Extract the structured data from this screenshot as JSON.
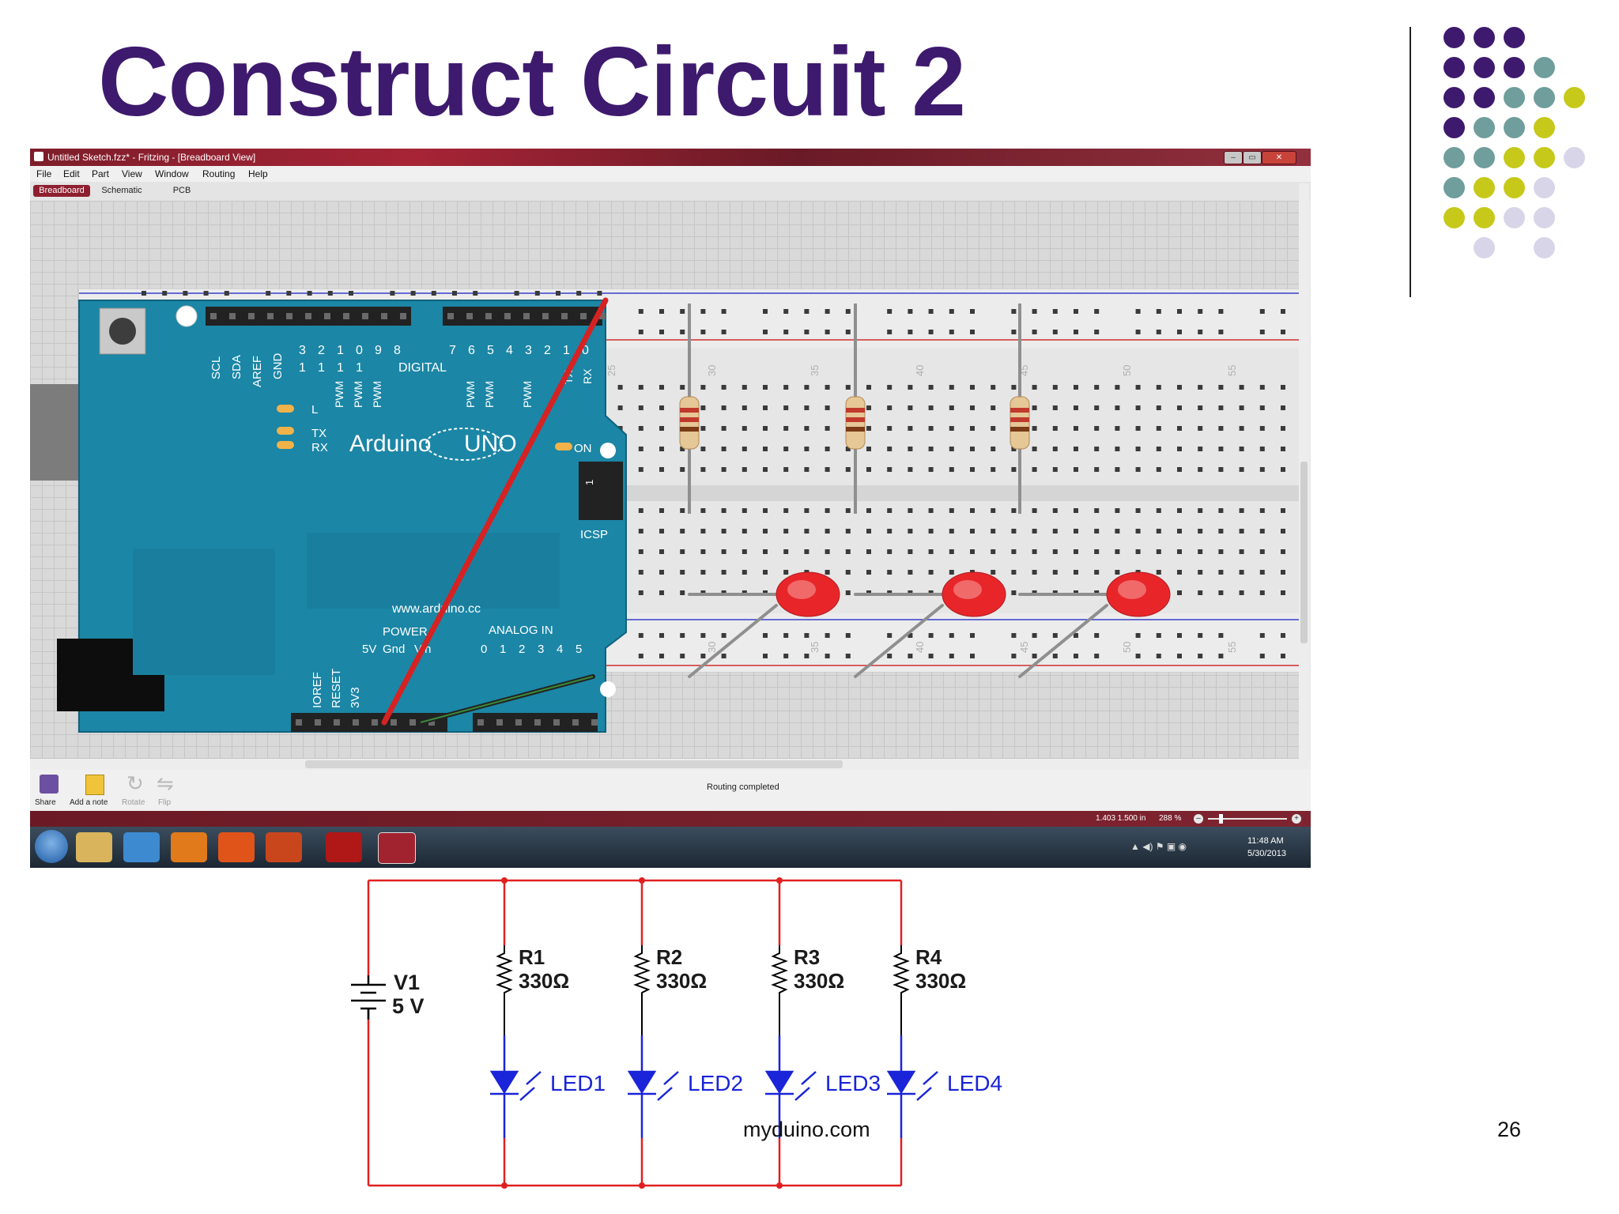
{
  "slide": {
    "title": "Construct Circuit 2",
    "footer": "myduino.com",
    "page_number": "26",
    "colors": {
      "title": "#3e1a6e",
      "purple": "#3e1a6e",
      "teal": "#6f9e9c",
      "olive": "#c6c91a",
      "lavender": "#d8d5e8",
      "wire_red": "#e02020",
      "led_blue": "#1a24d8"
    }
  },
  "window": {
    "title": "Untitled Sketch.fzz* - Fritzing - [Breadboard View]",
    "menu": [
      "File",
      "Edit",
      "Part",
      "View",
      "Window",
      "Routing",
      "Help"
    ],
    "tabs": [
      "Breadboard",
      "Schematic",
      "PCB"
    ],
    "active_tab": "Breadboard",
    "toolbar": [
      "Share",
      "Add a note",
      "Rotate",
      "Flip"
    ],
    "status_message": "Routing completed",
    "coordinates": "1.403 1.500 in",
    "zoom": "288 %",
    "clock_time": "11:48 AM",
    "clock_date": "5/30/2013"
  },
  "arduino": {
    "brand": "Arduino",
    "model": "UNO",
    "on_label": "ON",
    "url": "www.arduino.cc",
    "digital_label": "DIGITAL",
    "analog_label": "ANALOG IN",
    "power_label": "POWER",
    "icsp_label": "ICSP",
    "l_label": "L",
    "tx_label": "TX",
    "rx_label": "RX",
    "top_pins": [
      "SCL",
      "SDA",
      "AREF",
      "GND"
    ],
    "digital_high": [
      "3",
      "2",
      "1",
      "0",
      "9",
      "8"
    ],
    "digital_high_tens": [
      "1",
      "1",
      "1",
      "1"
    ],
    "digital_low": [
      "7",
      "6",
      "5",
      "4",
      "3",
      "2",
      "1",
      "0"
    ],
    "pwm": [
      "PWM",
      "PWM",
      "PWM",
      "PWM",
      "PWM",
      "PWM"
    ],
    "txrx_side": [
      "TX",
      "RX"
    ],
    "power_pins": [
      "IOREF",
      "RESET",
      "3V3"
    ],
    "power_row": [
      "5V",
      "Gnd",
      "Vin"
    ],
    "analog_pins": [
      "0",
      "1",
      "2",
      "3",
      "4",
      "5"
    ],
    "icsp_num": "1"
  },
  "breadboard": {
    "column_labels_top": [
      "25",
      "30",
      "35",
      "40",
      "45",
      "50",
      "55"
    ],
    "column_labels_bottom": [
      "30",
      "35",
      "40",
      "45",
      "50",
      "55"
    ]
  },
  "schematic": {
    "source": {
      "name": "V1",
      "value": "5 V"
    },
    "branches": [
      {
        "resistor": "R1",
        "value": "330Ω",
        "led": "LED1"
      },
      {
        "resistor": "R2",
        "value": "330Ω",
        "led": "LED2"
      },
      {
        "resistor": "R3",
        "value": "330Ω",
        "led": "LED3"
      },
      {
        "resistor": "R4",
        "value": "330Ω",
        "led": "LED4"
      }
    ]
  }
}
